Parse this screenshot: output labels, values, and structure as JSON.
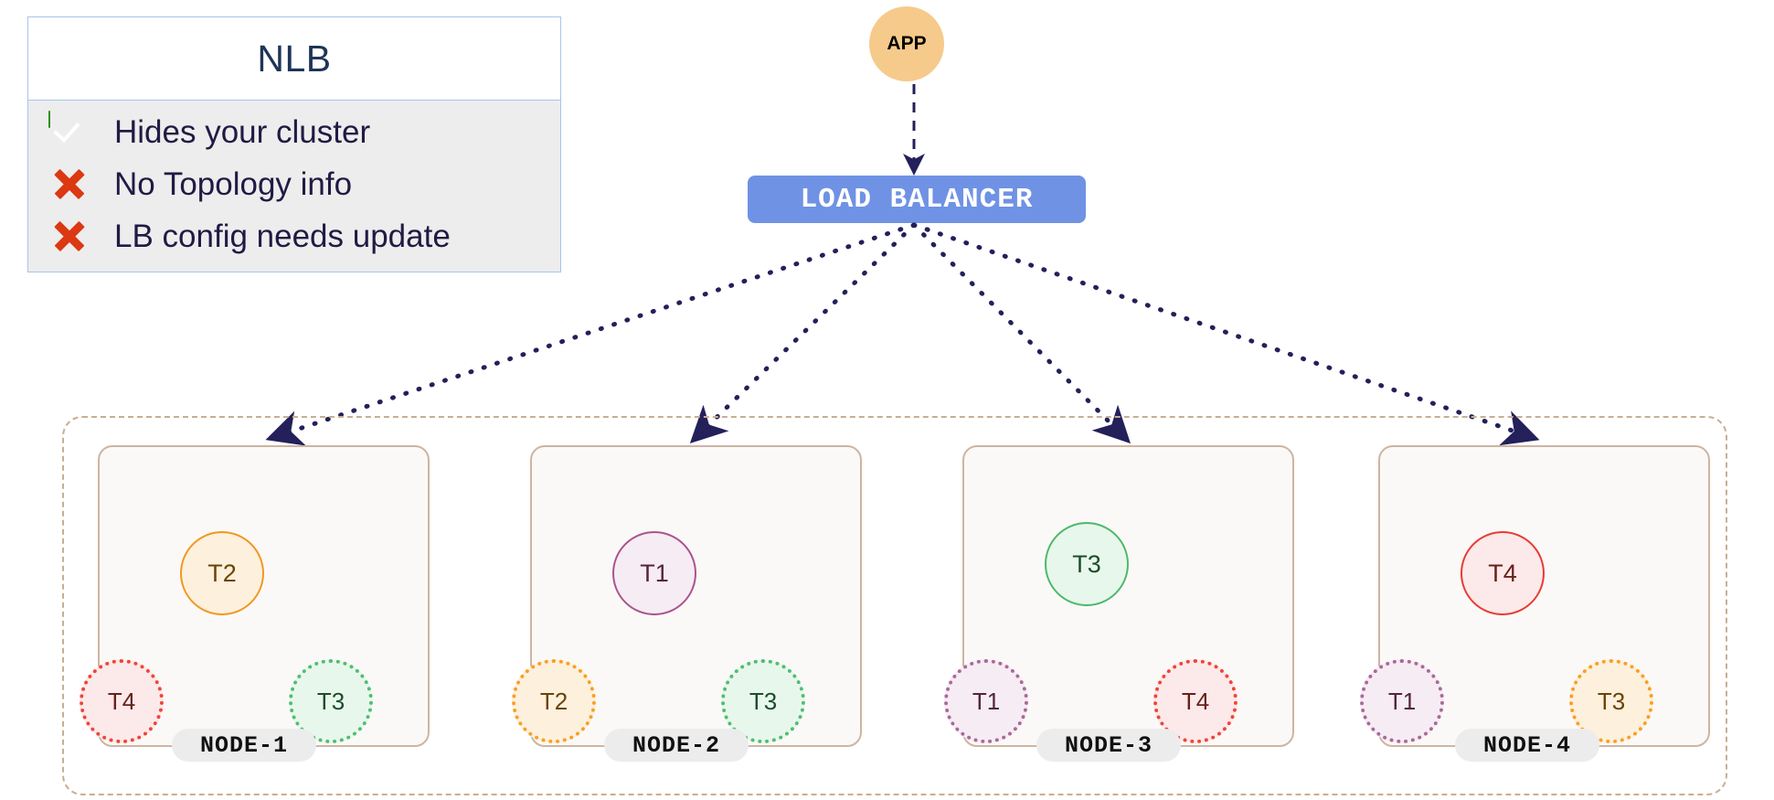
{
  "legend": {
    "title": "NLB",
    "rows": [
      {
        "icon": "check-icon",
        "status": "pro",
        "label": "Hides your cluster"
      },
      {
        "icon": "cross-icon",
        "status": "con",
        "label": "No Topology info"
      },
      {
        "icon": "cross-icon",
        "status": "con",
        "label": "LB config needs update"
      }
    ]
  },
  "app": {
    "label": "APP"
  },
  "load_balancer": {
    "label": "LOAD  BALANCER"
  },
  "cluster": {
    "nodes": [
      {
        "name": "NODE-1",
        "primary": {
          "label": "T2",
          "color": "orange"
        },
        "replicas": [
          {
            "label": "T4",
            "color": "red"
          },
          {
            "label": "T3",
            "color": "green"
          }
        ]
      },
      {
        "name": "NODE-2",
        "primary": {
          "label": "T1",
          "color": "purple"
        },
        "replicas": [
          {
            "label": "T2",
            "color": "orange"
          },
          {
            "label": "T3",
            "color": "green"
          }
        ]
      },
      {
        "name": "NODE-3",
        "primary": {
          "label": "T3",
          "color": "green"
        },
        "replicas": [
          {
            "label": "T1",
            "color": "purple"
          },
          {
            "label": "T4",
            "color": "red"
          }
        ]
      },
      {
        "name": "NODE-4",
        "primary": {
          "label": "T4",
          "color": "red"
        },
        "replicas": [
          {
            "label": "T1",
            "color": "purple"
          },
          {
            "label": "T3",
            "color": "orange"
          }
        ]
      }
    ]
  },
  "colors": {
    "app_fill": "#f6ca8b",
    "lb_fill": "#6f92e4",
    "arrow": "#23205a",
    "cluster_border": "#c9ae94",
    "node_border": "#cdb5a2",
    "node_fill": "#fbf9f7",
    "legend_border": "#a8c4e8",
    "legend_body": "#ededed",
    "title_text": "#1d3557",
    "check_green": "#35a413",
    "cross_red": "#dc3812"
  }
}
